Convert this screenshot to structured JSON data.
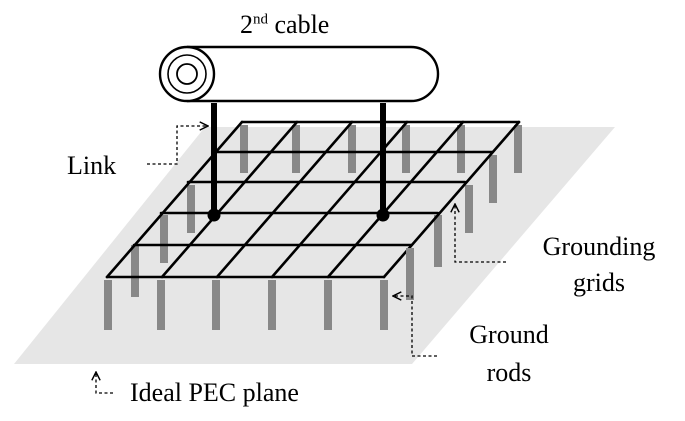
{
  "labels": {
    "cable_prefix": "2",
    "cable_superscript": "nd",
    "cable_suffix": " cable",
    "link": "Link",
    "grounding_line1": "Grounding",
    "grounding_line2": "grids",
    "rods_line1": "Ground",
    "rods_line2": "rods",
    "plane": "Ideal PEC plane"
  },
  "colors": {
    "plane_fill": "#e6e6e6",
    "rod_fill": "#888888",
    "line": "#000000",
    "background": "#ffffff"
  }
}
